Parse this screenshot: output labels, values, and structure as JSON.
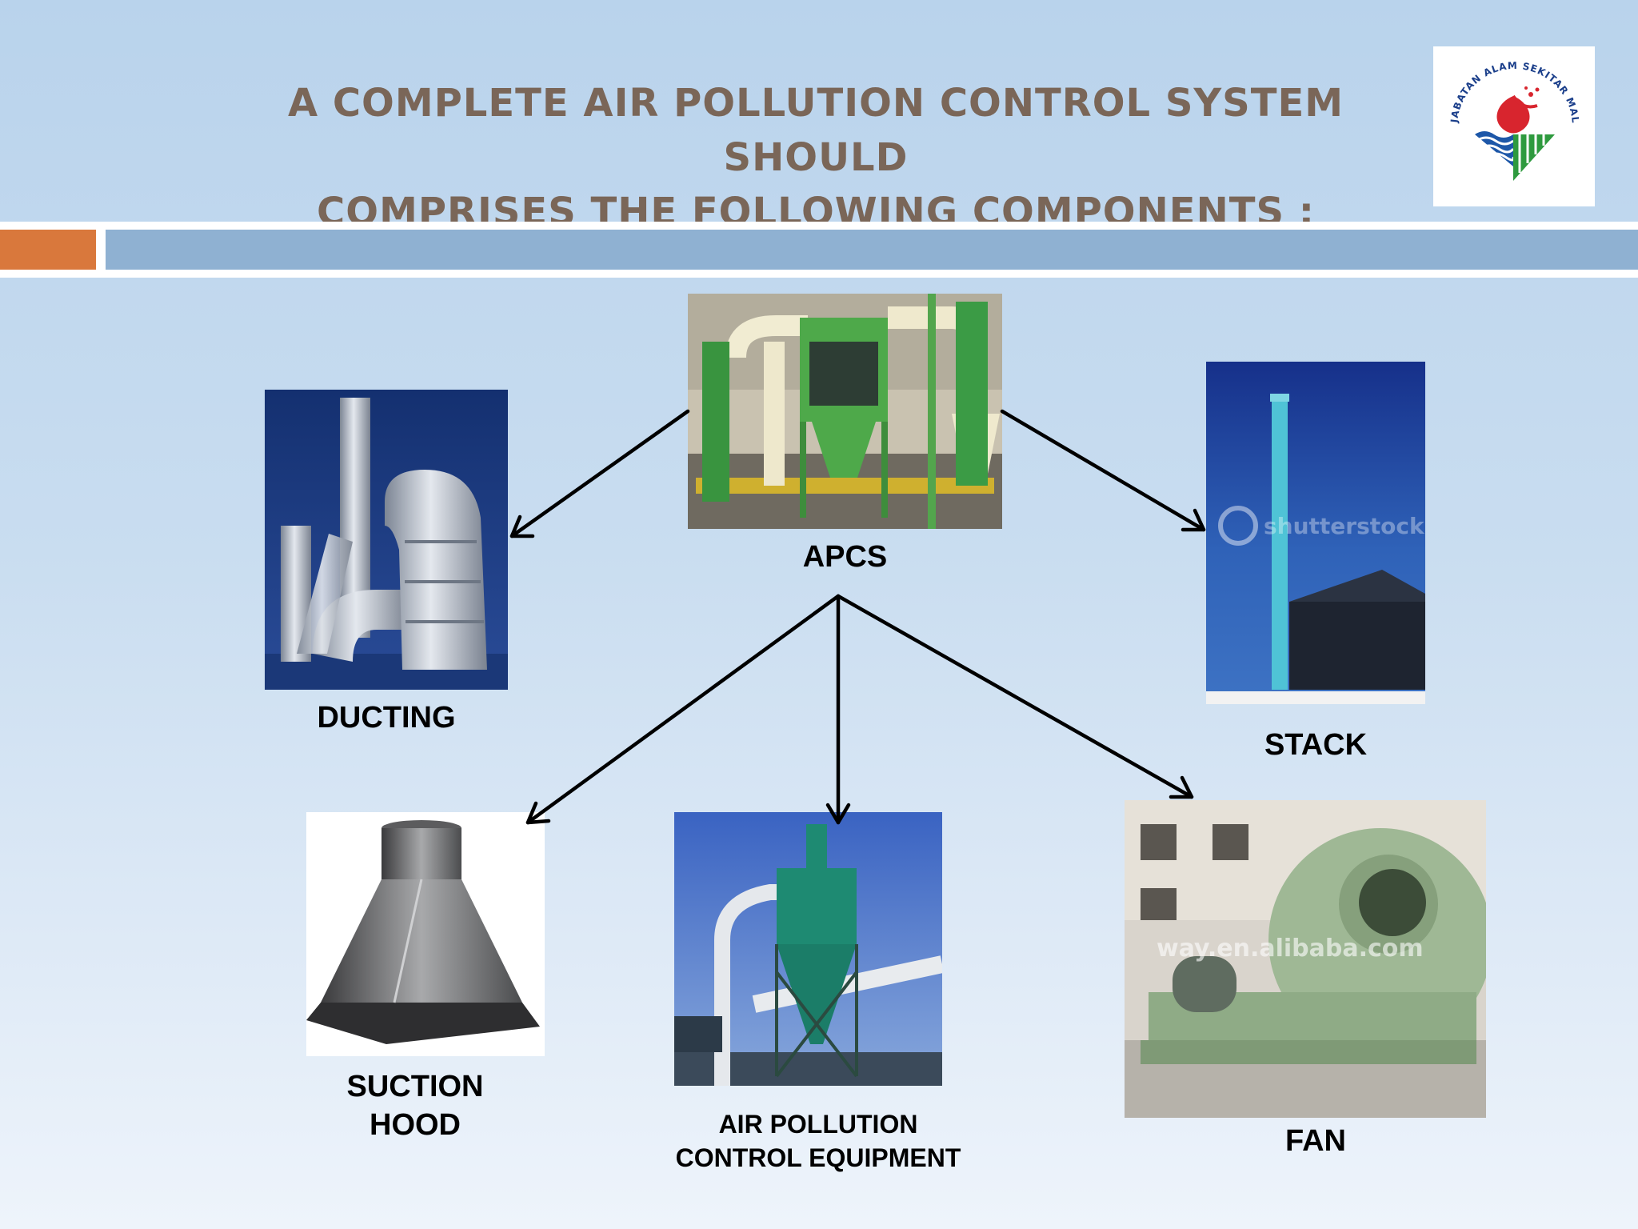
{
  "title": {
    "line1": "A COMPLETE AIR POLLUTION CONTROL SYSTEM SHOULD",
    "line2": "COMPRISES THE FOLLOWING COMPONENTS :"
  },
  "logo": {
    "text": "JABATAN ALAM SEKITAR MALAYSIA",
    "icon": "jas-logo-icon"
  },
  "accent_colors": {
    "title": "#7a6658",
    "orange_band": "#d9783c",
    "blue_band": "#8fb1d2"
  },
  "nodes": {
    "apcs": {
      "label": "APCS"
    },
    "ducting": {
      "label": "DUCTING"
    },
    "stack": {
      "label": "STACK"
    },
    "suction_hood": {
      "label_line1": "SUCTION",
      "label_line2": "HOOD"
    },
    "apce": {
      "label_line1": "AIR POLLUTION",
      "label_line2": "CONTROL EQUIPMENT"
    },
    "fan": {
      "label": "FAN"
    }
  },
  "watermarks": {
    "stack_photo": "shutterstock",
    "fan_photo": "way.en.alibaba.com"
  }
}
